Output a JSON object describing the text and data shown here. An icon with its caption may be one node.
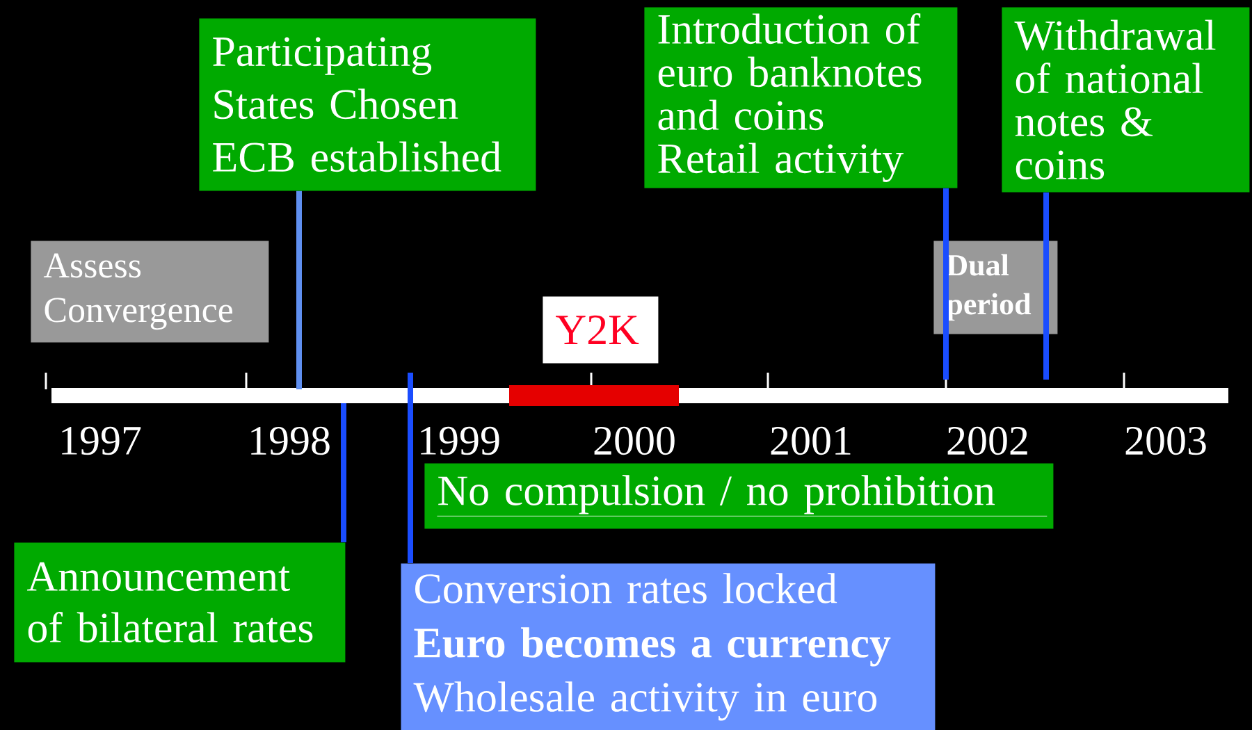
{
  "diagram": {
    "nodes": [
      {
        "text": [
          "Participating States Chosen",
          "ECB established"
        ]
      },
      {
        "text": [
          "Introduction of euro banknotes and coins",
          "Retail activity"
        ]
      },
      {
        "text": [
          "Withdrawal of national notes & coins"
        ]
      },
      {
        "text": [
          "Assess Convergence"
        ]
      },
      {
        "text": [
          "Dual period"
        ]
      },
      {
        "text": [
          "Y2K"
        ]
      },
      {
        "text": [
          "No compulsion / no prohibition"
        ]
      },
      {
        "text": [
          "Announcement of bilateral rates"
        ]
      },
      {
        "text": [
          "Conversion rates locked",
          "Euro becomes a currency",
          "Wholesale activity in euro"
        ]
      }
    ],
    "edges": [
      {
        "from": 0,
        "to": null,
        "arrow": "none",
        "color": "#5f8ff0"
      },
      {
        "from": 7,
        "to": null,
        "arrow": "none"
      },
      {
        "from": 8,
        "to": null,
        "arrow": "none"
      },
      {
        "from": 1,
        "to": null,
        "arrow": "none"
      },
      {
        "from": 2,
        "to": null,
        "arrow": "none"
      }
    ],
    "labels": [
      "1997",
      "1998",
      "1999",
      "2000",
      "2001",
      "2002",
      "2003"
    ]
  }
}
